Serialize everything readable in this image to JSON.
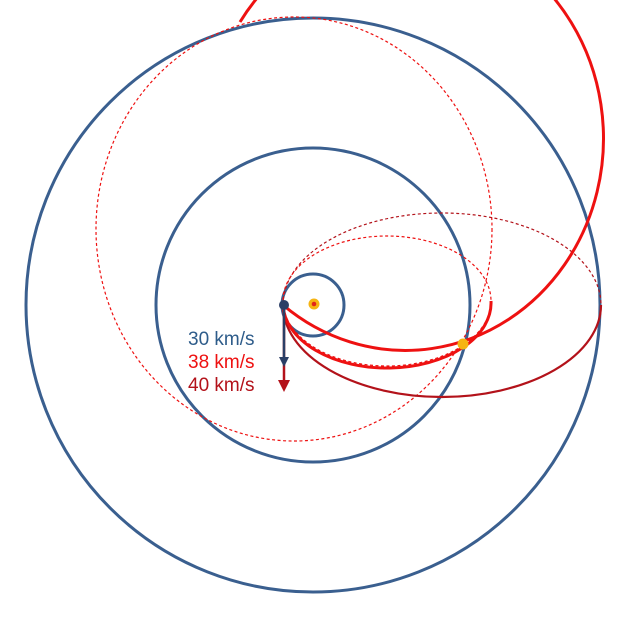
{
  "diagram": {
    "velocity_labels": [
      {
        "text": "30 km/s",
        "color": "#2E5C8A"
      },
      {
        "text": "38 km/s",
        "color": "#EE1111"
      },
      {
        "text": "40 km/s",
        "color": "#B3121A"
      }
    ],
    "colors": {
      "orbit_blue": "#3A5F8F",
      "trajectory_bright_red": "#EE1111",
      "trajectory_dark_red": "#B3121A",
      "sun_center": "#E1241B",
      "sun_halo": "#F6B412",
      "earth": "#2B3F66",
      "crossing_point": "#F6B412"
    }
  }
}
